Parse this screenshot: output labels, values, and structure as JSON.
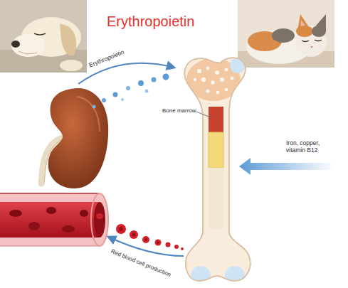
{
  "diagram": {
    "title": "Erythropoietin",
    "labels": [
      "Erythropoietin",
      "Bone marrow",
      "Iron, copper, vitamin B12",
      "Red blood cell production"
    ]
  }
}
